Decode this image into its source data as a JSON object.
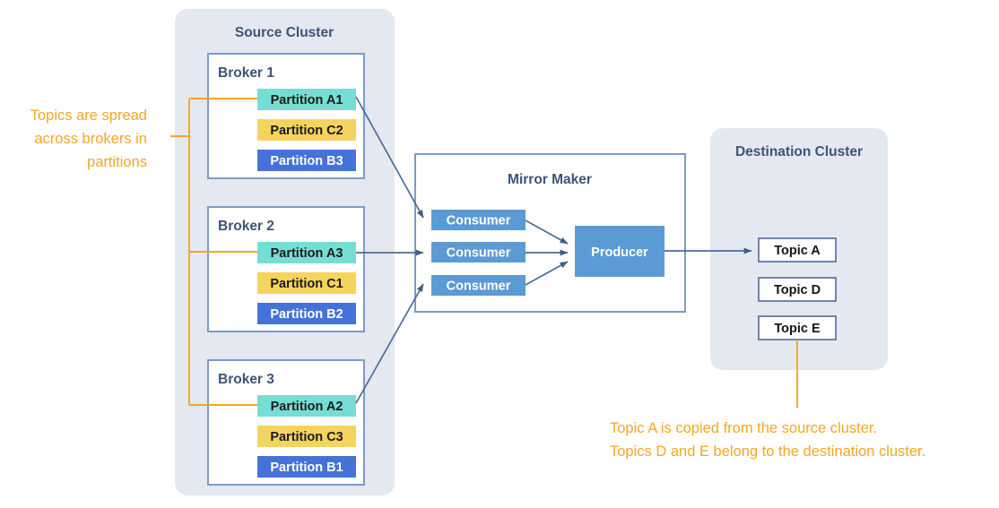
{
  "source_cluster": {
    "title": "Source Cluster",
    "brokers": [
      {
        "title": "Broker 1",
        "partitions": [
          {
            "label": "Partition A1",
            "color": "#76ddd4",
            "text_color": "#1b1b1b"
          },
          {
            "label": "Partition C2",
            "color": "#f5d45e",
            "text_color": "#1b1b1b"
          },
          {
            "label": "Partition B3",
            "color": "#4472d8",
            "text_color": "#ffffff"
          }
        ]
      },
      {
        "title": "Broker 2",
        "partitions": [
          {
            "label": "Partition A3",
            "color": "#76ddd4",
            "text_color": "#1b1b1b"
          },
          {
            "label": "Partition C1",
            "color": "#f5d45e",
            "text_color": "#1b1b1b"
          },
          {
            "label": "Partition B2",
            "color": "#4472d8",
            "text_color": "#ffffff"
          }
        ]
      },
      {
        "title": "Broker 3",
        "partitions": [
          {
            "label": "Partition A2",
            "color": "#76ddd4",
            "text_color": "#1b1b1b"
          },
          {
            "label": "Partition C3",
            "color": "#f5d45e",
            "text_color": "#1b1b1b"
          },
          {
            "label": "Partition B1",
            "color": "#4472d8",
            "text_color": "#ffffff"
          }
        ]
      }
    ]
  },
  "mirror_maker": {
    "title": "Mirror Maker",
    "consumers": [
      {
        "label": "Consumer"
      },
      {
        "label": "Consumer"
      },
      {
        "label": "Consumer"
      }
    ],
    "producer": {
      "label": "Producer"
    }
  },
  "destination_cluster": {
    "title": "Destination Cluster",
    "topics": [
      {
        "label": "Topic A"
      },
      {
        "label": "Topic D"
      },
      {
        "label": "Topic E"
      }
    ]
  },
  "annotations": {
    "left": {
      "line1": "Topics are spread",
      "line2": "across brokers in",
      "line3": "partitions"
    },
    "bottom": {
      "line1": "Topic A is copied from the source cluster.",
      "line2": "Topics D and E belong to the destination cluster."
    }
  },
  "colors": {
    "panel_bg": "#e4e8f0",
    "box_border": "#7a9cc6",
    "title_text": "#3c5476",
    "annotation": "#f5a623",
    "mirror_maker_fill": "#5b9bd5",
    "arrow": "#4a6c96",
    "partition_teal": "#76ddd4",
    "partition_yellow": "#f5d45e",
    "partition_blue": "#4472d8"
  }
}
